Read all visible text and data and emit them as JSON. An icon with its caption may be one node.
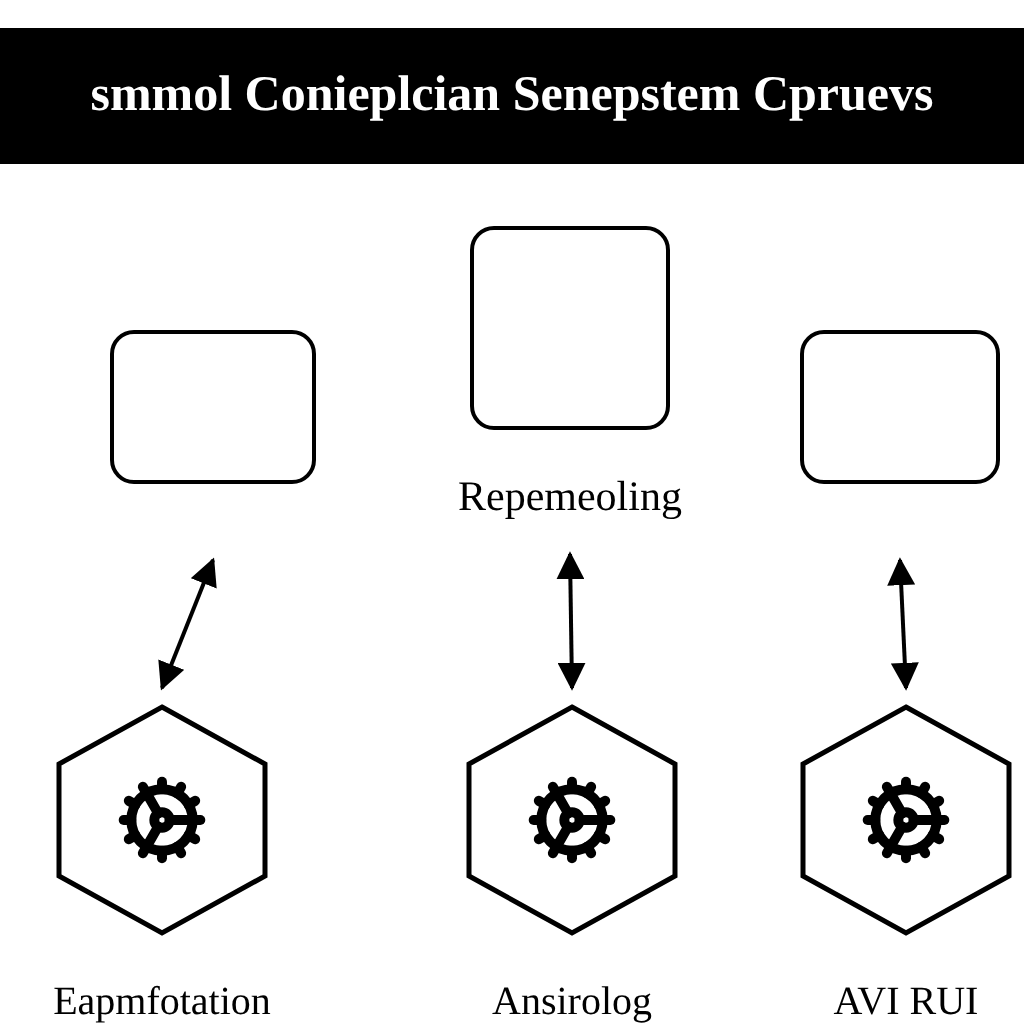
{
  "diagram": {
    "title": "smmol Conieplcian Senepstem Cpruevs",
    "nodes": [
      {
        "text": [],
        "shape": "box"
      },
      {
        "text": [],
        "shape": "box",
        "beside": [
          "Repemeoling"
        ]
      },
      {
        "text": [],
        "shape": "box"
      },
      {
        "text": [],
        "shape": "hexagon",
        "beside": [
          "Eapmfotation"
        ]
      },
      {
        "text": [],
        "shape": "hexagon",
        "beside": [
          "Ansirolog"
        ]
      },
      {
        "text": [],
        "shape": "hexagon",
        "beside": [
          "AVI RUI"
        ]
      }
    ],
    "edges": [
      {
        "from": 0,
        "to": 3,
        "arrow": "both"
      },
      {
        "from": 1,
        "to": 4,
        "arrow": "both"
      },
      {
        "from": 2,
        "to": 5,
        "arrow": "both"
      }
    ]
  }
}
